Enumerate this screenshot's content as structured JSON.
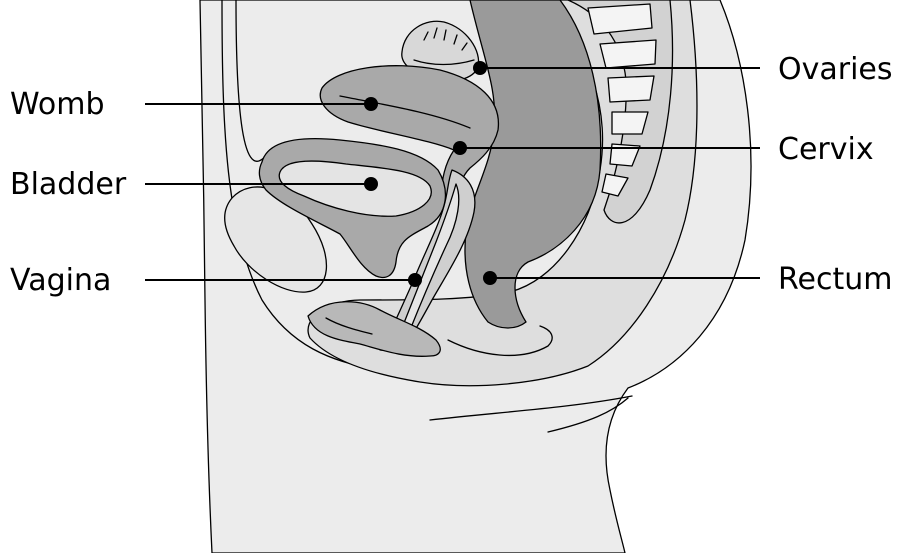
{
  "labels": {
    "womb": "Womb",
    "bladder": "Bladder",
    "vagina": "Vagina",
    "ovaries": "Ovaries",
    "cervix": "Cervix",
    "rectum": "Rectum"
  },
  "colors": {
    "background": "#ffffff",
    "body_fill": "#ececec",
    "pelvic_fill": "#dedede",
    "organ_fill": "#a9a9a9",
    "rectum_fill": "#9a9a9a",
    "inner_fill": "#e4e4e4",
    "outline": "#000000"
  }
}
